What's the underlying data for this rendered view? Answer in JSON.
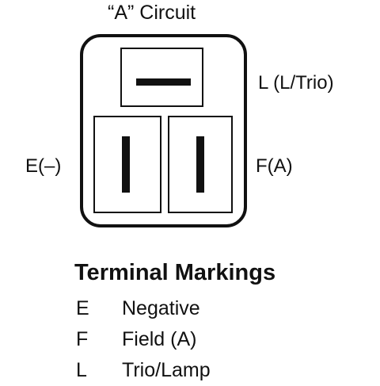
{
  "diagram": {
    "title": "“A” Circuit",
    "left_label": "E(–)",
    "right_label_top": "L (L/Trio)",
    "right_label_bottom": "F(A)"
  },
  "legend": {
    "title": "Terminal Markings",
    "items": [
      {
        "key": "E",
        "value": "Negative"
      },
      {
        "key": "F",
        "value": "Field (A)"
      },
      {
        "key": "L",
        "value": "Trio/Lamp"
      }
    ]
  }
}
